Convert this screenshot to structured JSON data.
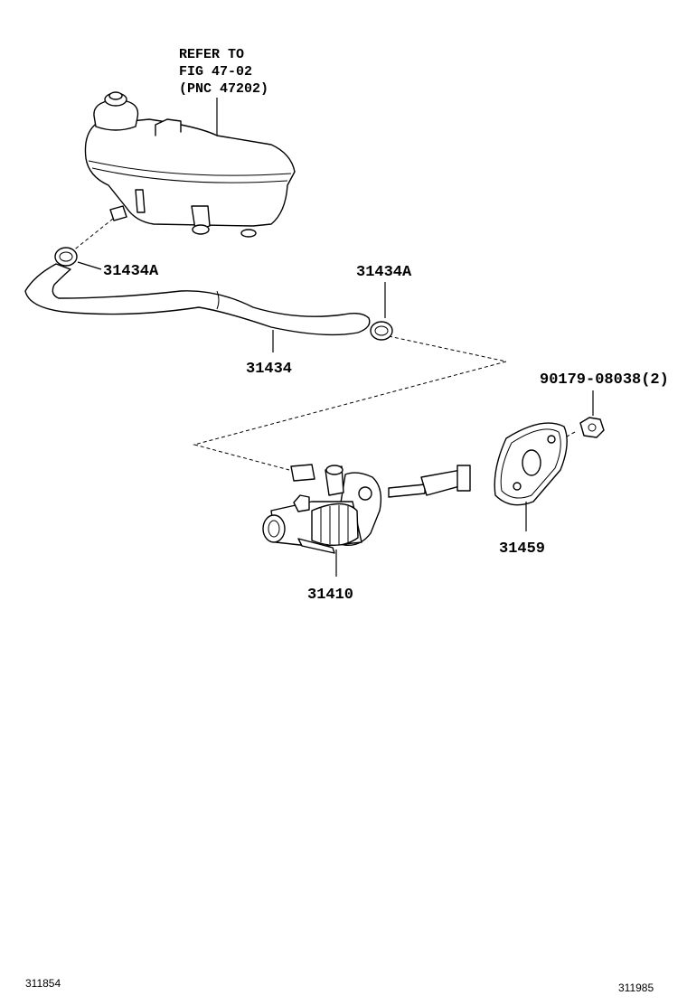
{
  "reference": {
    "line1": "REFER TO",
    "line2": "FIG 47-02",
    "line3": "(PNC 47202)"
  },
  "callouts": {
    "clamp_left": "31434A",
    "clamp_right": "31434A",
    "hose": "31434",
    "nut": "90179-08038(2)",
    "gasket": "31459",
    "master_cylinder": "31410"
  },
  "footer": {
    "left_code": "311854",
    "right_code": "311985"
  }
}
